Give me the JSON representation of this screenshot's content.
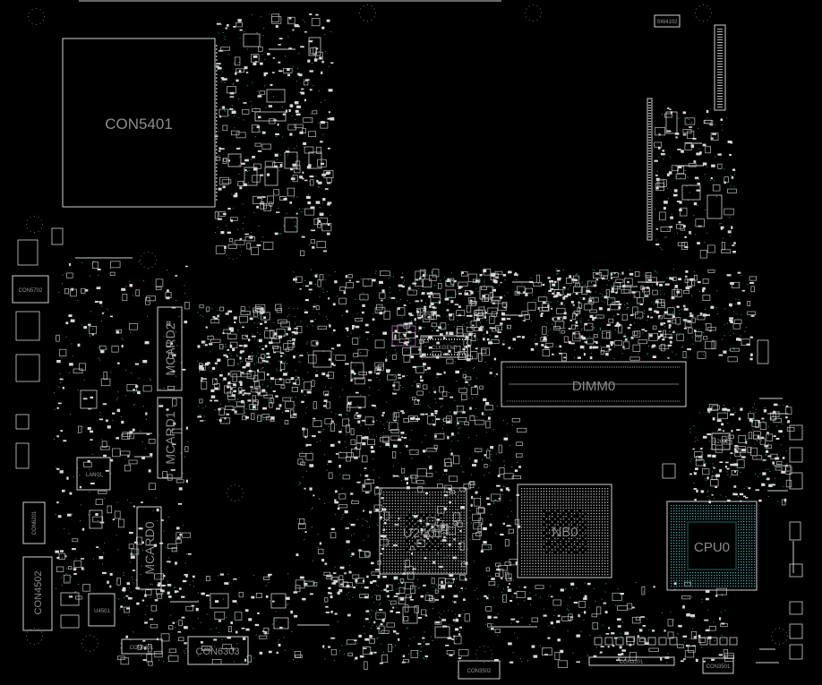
{
  "colors": {
    "background": "#000000",
    "outline": "#cfcfcf",
    "label": "#8c8c8c",
    "via": "#3fa09a",
    "bga_teal": "#3aa6a3"
  },
  "components": {
    "con5401": "CON5401",
    "dimm0": "DIMM0",
    "u2401": "U2401",
    "nb0": "NB0",
    "cpu0": "CPU0",
    "mcard2": "MCARD2",
    "mcard1": "MCARD1",
    "mcard0": "MCARD0",
    "lan01": "LAN01",
    "con4502": "CON4502",
    "u4501": "U4501",
    "con6303": "CON6303",
    "con6301": "CON6301",
    "con6201": "CON6201",
    "con5702": "CON5702",
    "clkgen0": "CLKGEN0",
    "con3502": "CON3502",
    "con3201": "CON3201",
    "con3501": "CON3501",
    "sw4102": "SW4102",
    "u2602": "U2602"
  }
}
